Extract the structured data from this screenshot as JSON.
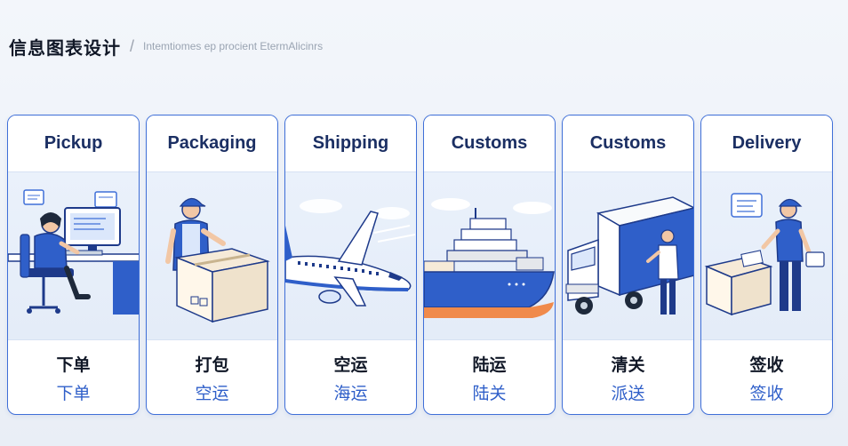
{
  "header": {
    "title": "信息图表设计",
    "separator": "/",
    "subtitle": "Intemtiomes ep procient EtermAlicinrs"
  },
  "colors": {
    "accent": "#3f6fd8",
    "title_text": "#1b2f63",
    "sub_label": "#2f5fc9"
  },
  "steps": [
    {
      "title": "Pickup",
      "zh_primary": "下单",
      "zh_secondary": "下单",
      "icon": "person-at-computer-icon"
    },
    {
      "title": "Packaging",
      "zh_primary": "打包",
      "zh_secondary": "空运",
      "icon": "worker-with-box-icon"
    },
    {
      "title": "Shipping",
      "zh_primary": "空运",
      "zh_secondary": "海运",
      "icon": "airplane-icon"
    },
    {
      "title": "Customs",
      "zh_primary": "陆运",
      "zh_secondary": "陆关",
      "icon": "cargo-ship-icon"
    },
    {
      "title": "Customs",
      "zh_primary": "清关",
      "zh_secondary": "派送",
      "icon": "delivery-truck-icon"
    },
    {
      "title": "Delivery",
      "zh_primary": "签收",
      "zh_secondary": "签收",
      "icon": "courier-with-package-icon"
    }
  ]
}
